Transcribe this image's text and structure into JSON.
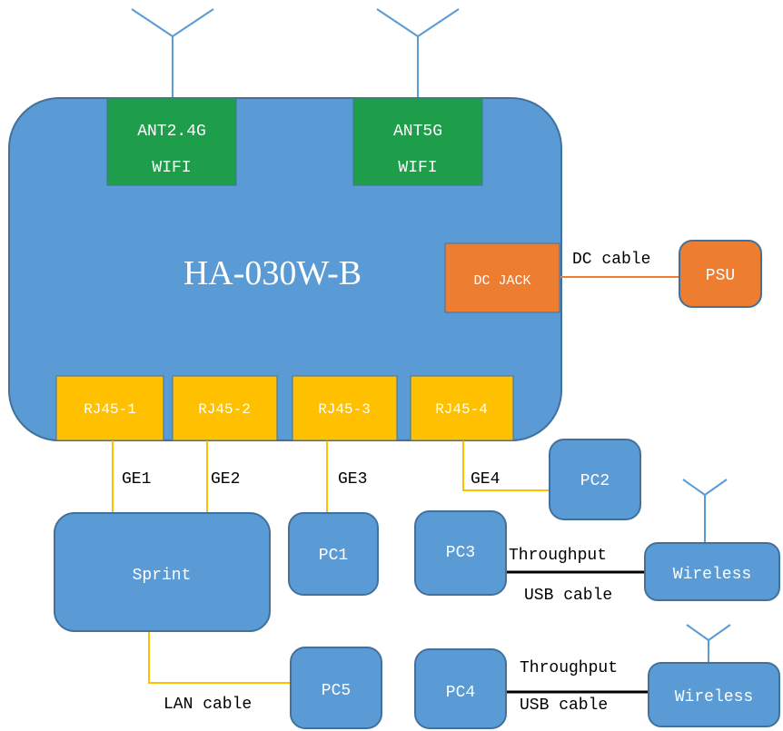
{
  "device": {
    "name": "HA-030W-B",
    "antennas": [
      {
        "line1": "ANT2.4G",
        "line2": "WIFI"
      },
      {
        "line1": "ANT5G",
        "line2": "WIFI"
      }
    ],
    "dc_jack": "DC JACK",
    "ports": [
      "RJ45-1",
      "RJ45-2",
      "RJ45-3",
      "RJ45-4"
    ]
  },
  "psu": "PSU",
  "cables": {
    "dc": "DC cable",
    "ge": [
      "GE1",
      "GE2",
      "GE3",
      "GE4"
    ],
    "lan": "LAN cable",
    "throughput": "Throughput",
    "usb": "USB cable"
  },
  "nodes": {
    "sprint": "Sprint",
    "pc1": "PC1",
    "pc2": "PC2",
    "pc3": "PC3",
    "pc4": "PC4",
    "pc5": "PC5",
    "wireless_1": "Wireless",
    "wireless_2": "Wireless"
  },
  "colors": {
    "device_blue": "#5b9bd5",
    "outline_blue": "#41719c",
    "antenna_green": "#1e9e4a",
    "dc_orange": "#ed7d31",
    "port_yellow": "#ffc000",
    "wire_yellow": "#ffc000",
    "wire_orange": "#ed7d31",
    "usb_black": "#000000"
  }
}
